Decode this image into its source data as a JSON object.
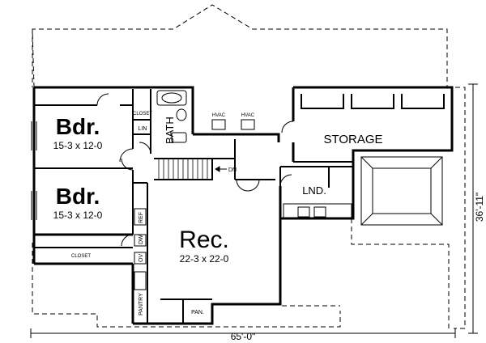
{
  "rooms": {
    "bdr_top": {
      "name": "Bdr.",
      "size": "15-3 x 12-0"
    },
    "bdr_bottom": {
      "name": "Bdr.",
      "size": "15-3 x 12-0"
    },
    "rec": {
      "name": "Rec.",
      "size": "22-3 x 22-0"
    },
    "storage": {
      "name": "STORAGE"
    },
    "laundry": {
      "name": "LND."
    },
    "bath": {
      "name": "BATH"
    },
    "closet_top": {
      "name": "CLOSET"
    },
    "closet_bottom": {
      "name": "CLOSET"
    },
    "linen": {
      "name": "LIN"
    },
    "pantry": {
      "name": "PANTRY"
    },
    "pan": {
      "name": "PAN."
    }
  },
  "appliances": {
    "hvac_1": "HVAC",
    "hvac_2": "HVAC",
    "ref": "REF",
    "dw": "DW",
    "ov": "OV",
    "stair_dn": "DN"
  },
  "dimensions": {
    "width": "65'-0\"",
    "depth": "36'-11\""
  }
}
